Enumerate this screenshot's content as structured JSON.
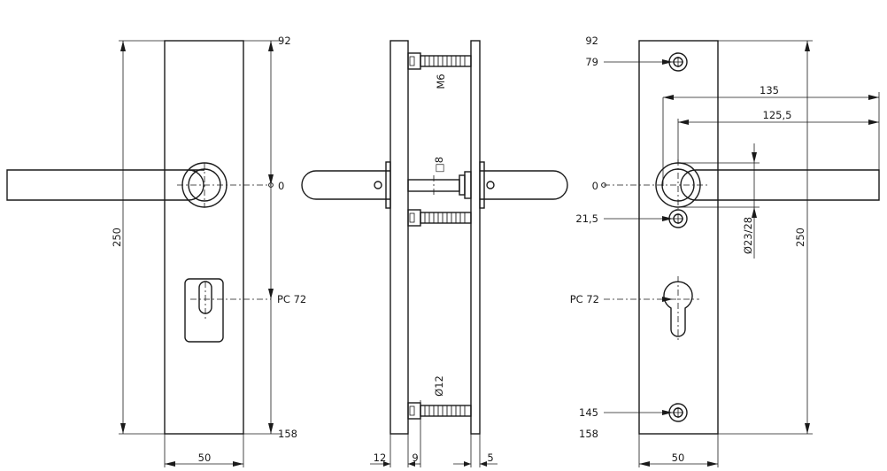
{
  "front_view": {
    "dim_top": "92",
    "dim_center": "0",
    "dim_cylinder": "PC 72",
    "dim_bottom": "158",
    "dim_height": "250",
    "dim_width": "50"
  },
  "side_view": {
    "label_screw": "M6",
    "label_spindle": "□8",
    "label_diameter": "Ø12",
    "dim_a": "12",
    "dim_b": "9",
    "dim_c": "5"
  },
  "back_view": {
    "dim_top": "92",
    "dim_screw_top": "79",
    "dim_center": "0",
    "dim_screw_mid": "21,5",
    "dim_cylinder": "PC 72",
    "dim_screw_bottom": "145",
    "dim_bottom": "158",
    "dim_lever_long": "135",
    "dim_lever_short": "125,5",
    "dim_rose": "Ø23/28",
    "dim_height": "250",
    "dim_width": "50"
  }
}
